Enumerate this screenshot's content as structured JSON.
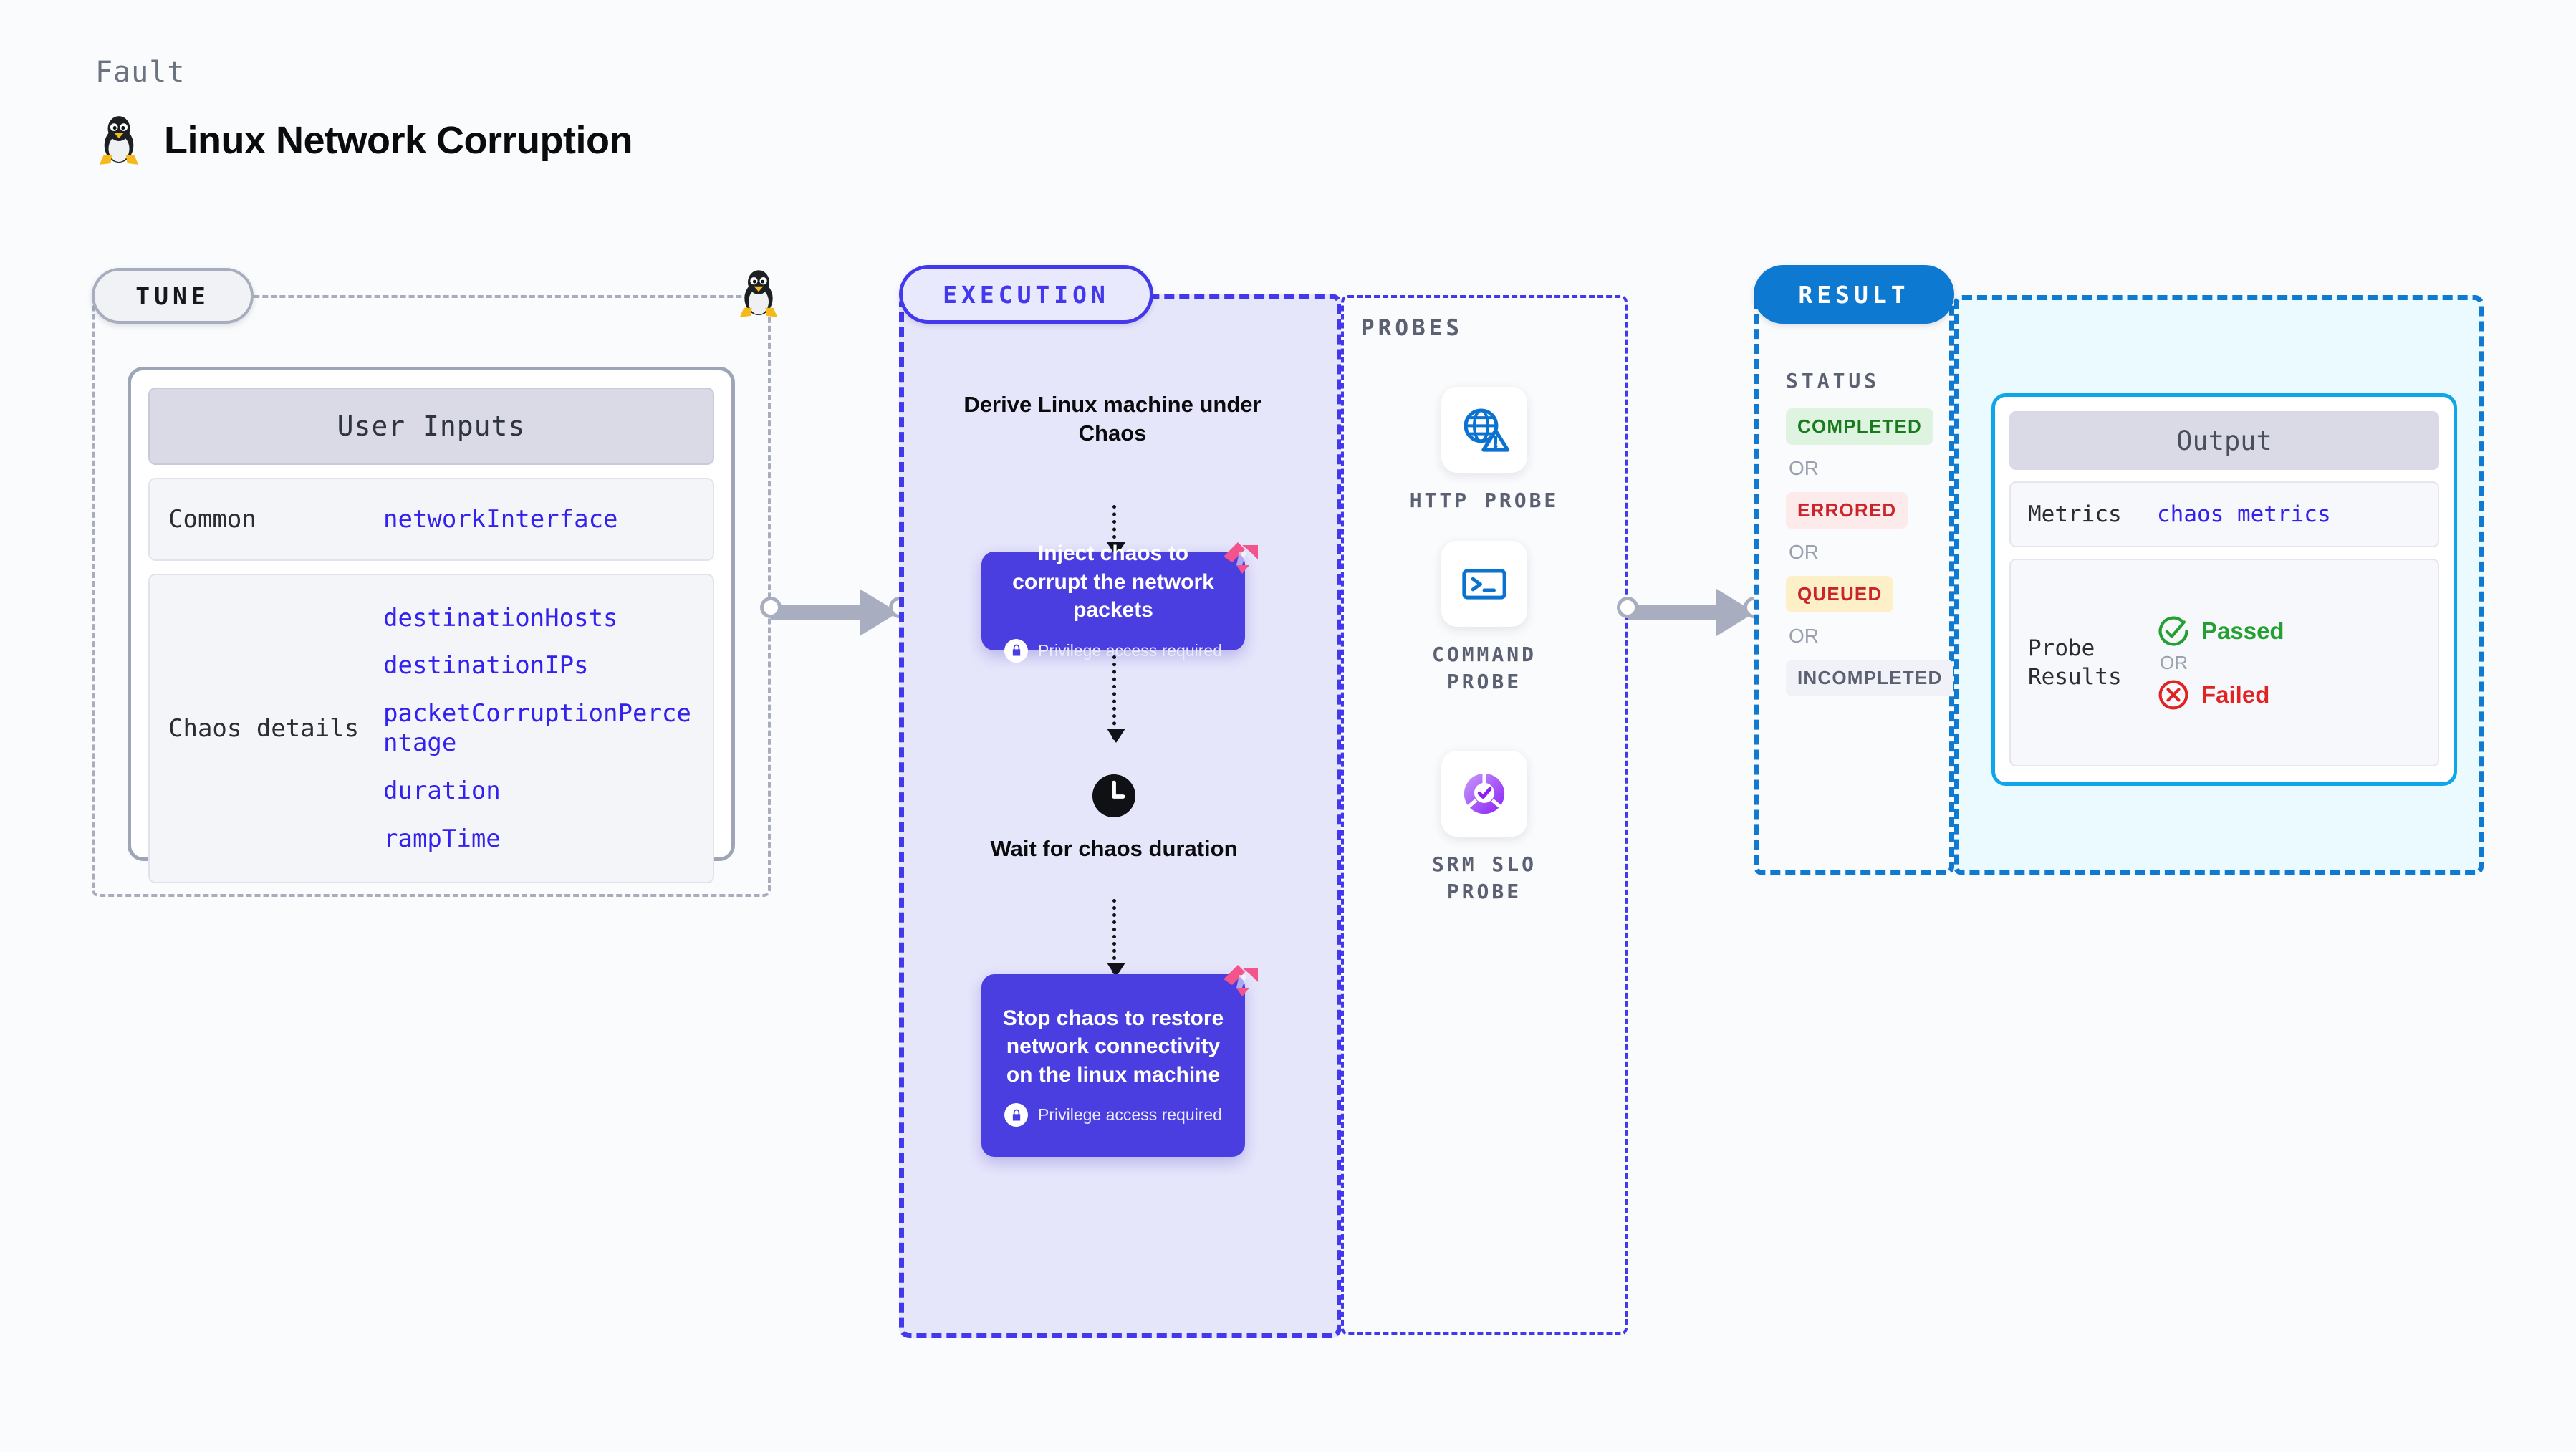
{
  "header": {
    "kicker": "Fault",
    "title": "Linux Network Corruption",
    "icon": "linux-penguin-icon"
  },
  "tune": {
    "pill_label": "TUNE",
    "card_title": "User Inputs",
    "sections": [
      {
        "label": "Common",
        "values": [
          "networkInterface"
        ]
      },
      {
        "label": "Chaos details",
        "values": [
          "destinationHosts",
          "destinationIPs",
          "packetCorruptionPercentage",
          "duration",
          "rampTime"
        ]
      }
    ]
  },
  "execution": {
    "pill_label": "EXECUTION",
    "steps": [
      {
        "kind": "text",
        "label": "Derive Linux machine under Chaos"
      },
      {
        "kind": "box",
        "label": "Inject chaos to corrupt the network packets",
        "note": "Privilege access required"
      },
      {
        "kind": "clock",
        "label": "Wait for chaos duration"
      },
      {
        "kind": "box",
        "label": "Stop chaos to restore network connectivity on the linux machine",
        "note": "Privilege access required"
      }
    ]
  },
  "probes": {
    "title": "PROBES",
    "items": [
      {
        "label": "HTTP PROBE",
        "icon": "globe-warning-icon"
      },
      {
        "label": "COMMAND PROBE",
        "icon": "terminal-icon"
      },
      {
        "label": "SRM SLO PROBE",
        "icon": "slo-gauge-check-icon"
      }
    ]
  },
  "result": {
    "pill_label": "RESULT",
    "status_title": "STATUS",
    "or_label": "OR",
    "statuses": [
      {
        "label": "COMPLETED",
        "style": "b-completed"
      },
      {
        "label": "ERRORED",
        "style": "b-errored"
      },
      {
        "label": "QUEUED",
        "style": "b-queued"
      },
      {
        "label": "INCOMPLETED",
        "style": "b-incompleted"
      }
    ],
    "output": {
      "card_title": "Output",
      "metrics_label": "Metrics",
      "metrics_value": "chaos metrics",
      "probe_results_label": "Probe Results",
      "passed_label": "Passed",
      "failed_label": "Failed",
      "or_label": "OR"
    }
  },
  "colors": {
    "accent_indigo": "#4338ec",
    "chaos_box": "#4a3ee0",
    "result_blue": "#0d79d0",
    "output_border": "#0fa5e9",
    "code_blue": "#3322ee",
    "harness_pink": "#f2548b",
    "pass_green": "#23a031",
    "fail_red": "#e02323"
  }
}
